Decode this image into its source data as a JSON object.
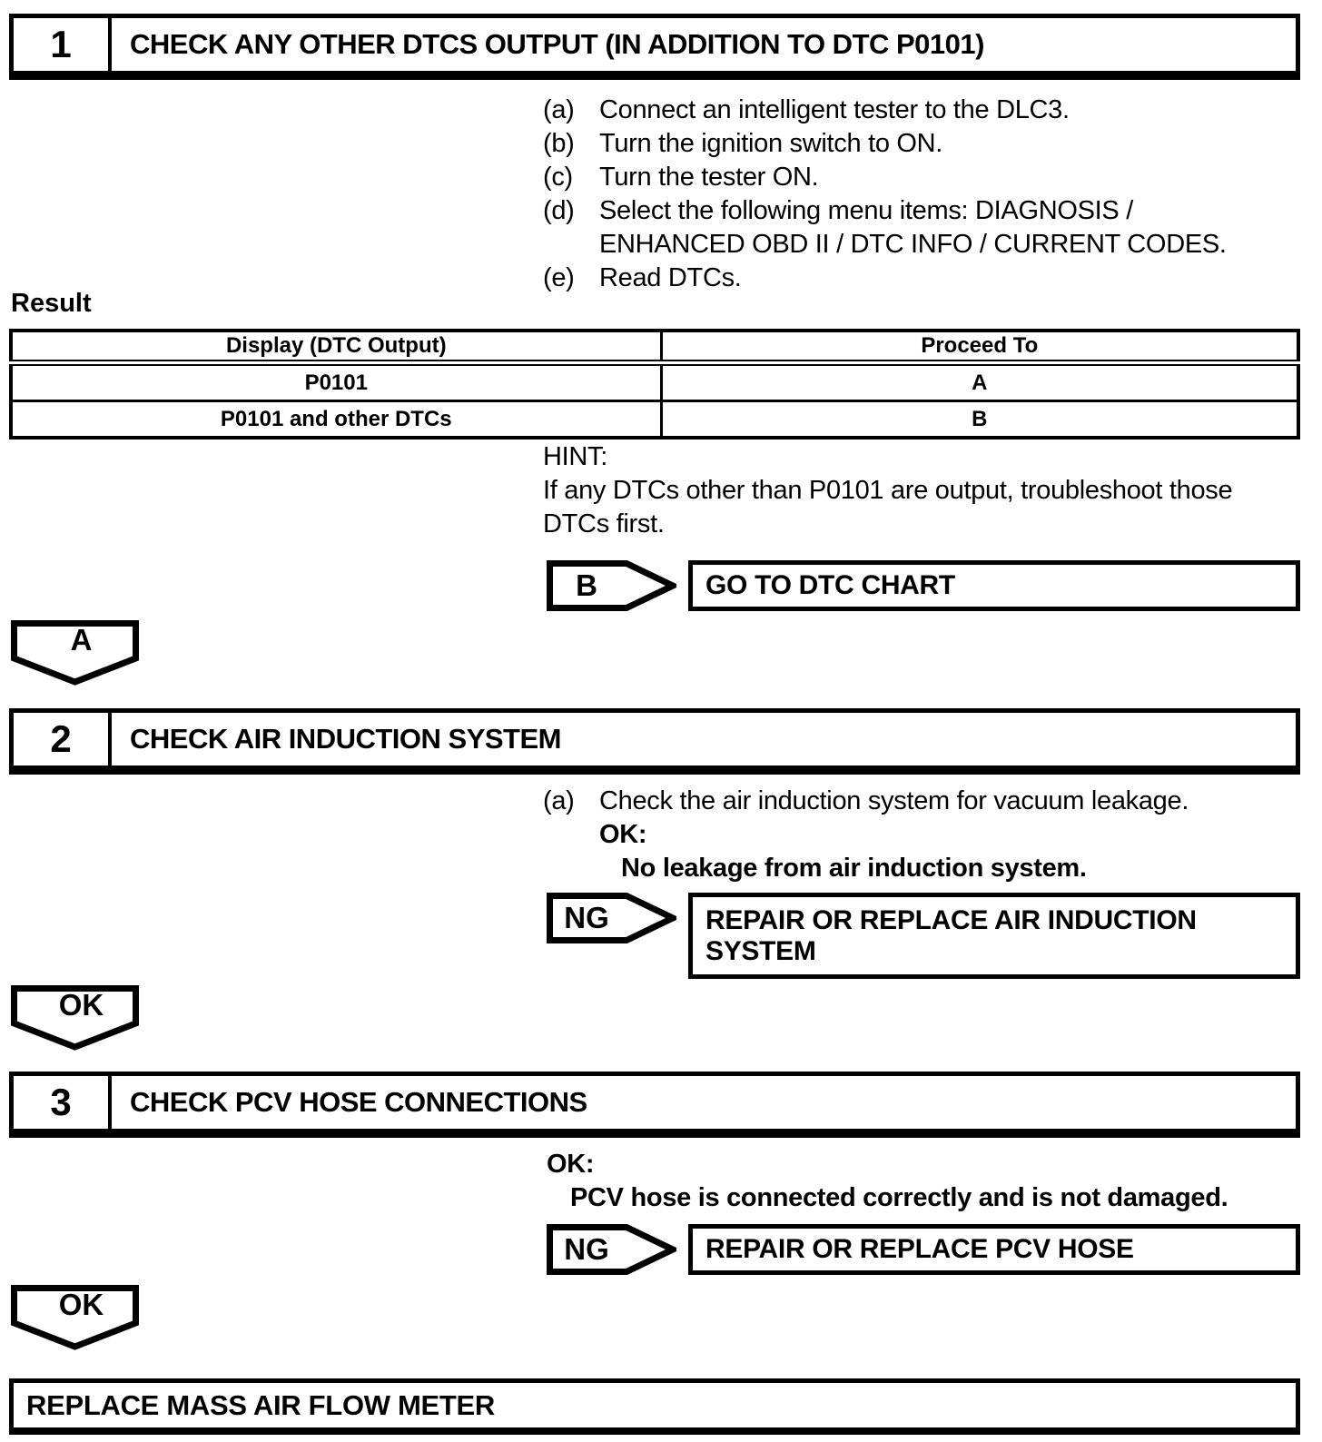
{
  "colors": {
    "ink": "#000000",
    "paper": "#ffffff"
  },
  "step1": {
    "number": "1",
    "title": "CHECK ANY OTHER DTCS OUTPUT (IN ADDITION TO DTC P0101)",
    "substeps": [
      {
        "label": "(a)",
        "text": "Connect an intelligent tester to the DLC3."
      },
      {
        "label": "(b)",
        "text": "Turn the ignition switch to ON."
      },
      {
        "label": "(c)",
        "text": "Turn the tester ON."
      },
      {
        "label": "(d)",
        "text": "Select the following menu items: DIAGNOSIS /\nENHANCED OBD II / DTC INFO / CURRENT CODES."
      },
      {
        "label": "(e)",
        "text": "Read DTCs."
      }
    ],
    "result_heading": "Result",
    "table": {
      "col1_header": "Display (DTC Output)",
      "col2_header": "Proceed To",
      "rows": [
        {
          "display": "P0101",
          "proceed": "A"
        },
        {
          "display": "P0101 and other DTCs",
          "proceed": "B"
        }
      ]
    },
    "hint_label": "HINT:",
    "hint_text": "If any DTCs other than P0101 are output, troubleshoot those\nDTCs first.",
    "branch_b": {
      "tag": "B",
      "action": "GO TO DTC CHART"
    },
    "connector_a": "A"
  },
  "step2": {
    "number": "2",
    "title": "CHECK AIR INDUCTION SYSTEM",
    "substep": {
      "label": "(a)",
      "text": "Check the air induction system for vacuum leakage."
    },
    "ok_label": "OK:",
    "ok_condition": "No leakage from air induction system.",
    "branch_ng": {
      "tag": "NG",
      "action": "REPAIR OR REPLACE AIR INDUCTION\nSYSTEM"
    },
    "connector_ok": "OK"
  },
  "step3": {
    "number": "3",
    "title": "CHECK PCV HOSE CONNECTIONS",
    "ok_label": "OK:",
    "ok_condition": "PCV hose is connected correctly and is not damaged.",
    "branch_ng": {
      "tag": "NG",
      "action": "REPAIR OR REPLACE PCV HOSE"
    },
    "connector_ok": "OK"
  },
  "final_action": "REPLACE MASS AIR FLOW METER"
}
